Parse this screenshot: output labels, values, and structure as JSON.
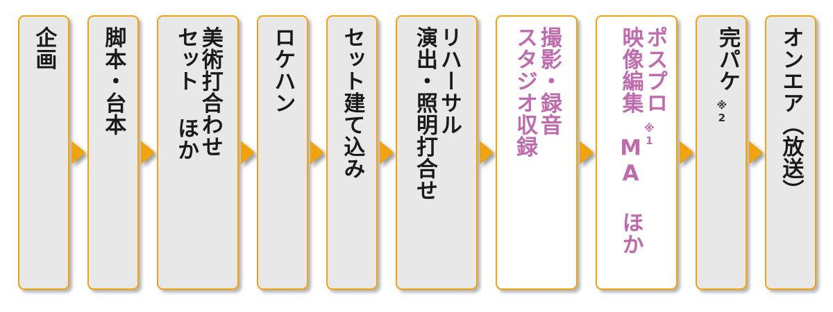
{
  "diagram": {
    "title": "テレビ番組制作フロー",
    "orientation": "horizontal",
    "text_direction": "vertical-rl",
    "colors": {
      "box_border": "#F0A30A",
      "box_fill_default": "#E8E8E8",
      "box_fill_highlight": "#FFFFFF",
      "text_default": "#1A1A1A",
      "text_highlight": "#C06AAE",
      "arrow": "#F0A30A",
      "shadow": "#808080"
    },
    "steps": [
      {
        "id": "kikaku",
        "primary": "企画",
        "secondary": "",
        "note": "",
        "note_color": "dark",
        "highlight": false,
        "width": 74
      },
      {
        "id": "kyakuhon",
        "primary": "脚本・台本",
        "secondary": "",
        "note": "",
        "note_color": "dark",
        "highlight": false,
        "width": 74
      },
      {
        "id": "bijutsu-uchiawase",
        "primary": "美術打合わせ",
        "secondary": "セット ほか",
        "note": "",
        "note_color": "dark",
        "highlight": false,
        "width": 118
      },
      {
        "id": "rokehan",
        "primary": "ロケハン",
        "secondary": "",
        "note": "",
        "note_color": "dark",
        "highlight": false,
        "width": 74
      },
      {
        "id": "set-tatekomi",
        "primary": "セット建て込み",
        "secondary": "",
        "note": "",
        "note_color": "dark",
        "highlight": false,
        "width": 74
      },
      {
        "id": "rehearsal",
        "primary": "リハーサル",
        "secondary": "演出・照明打合せ",
        "note": "",
        "note_color": "dark",
        "highlight": false,
        "width": 118
      },
      {
        "id": "satsuei-rokuon",
        "primary": "撮影・録音",
        "secondary": "スタジオ収録",
        "note": "",
        "note_color": "pink",
        "highlight": true,
        "width": 118
      },
      {
        "id": "posupuro",
        "primary": "ポスプロ",
        "secondary": "映像編集　MA ほか",
        "note": "※1",
        "note_color": "pink",
        "highlight": true,
        "width": 118
      },
      {
        "id": "kanpake",
        "primary": "完パケ",
        "secondary": "",
        "note": "※2",
        "note_color": "dark",
        "highlight": false,
        "width": 74
      },
      {
        "id": "onair",
        "primary": "オンエア（放送）",
        "secondary": "",
        "note": "",
        "note_color": "dark",
        "highlight": false,
        "width": 74
      }
    ],
    "arrow_glyph": "▶"
  }
}
